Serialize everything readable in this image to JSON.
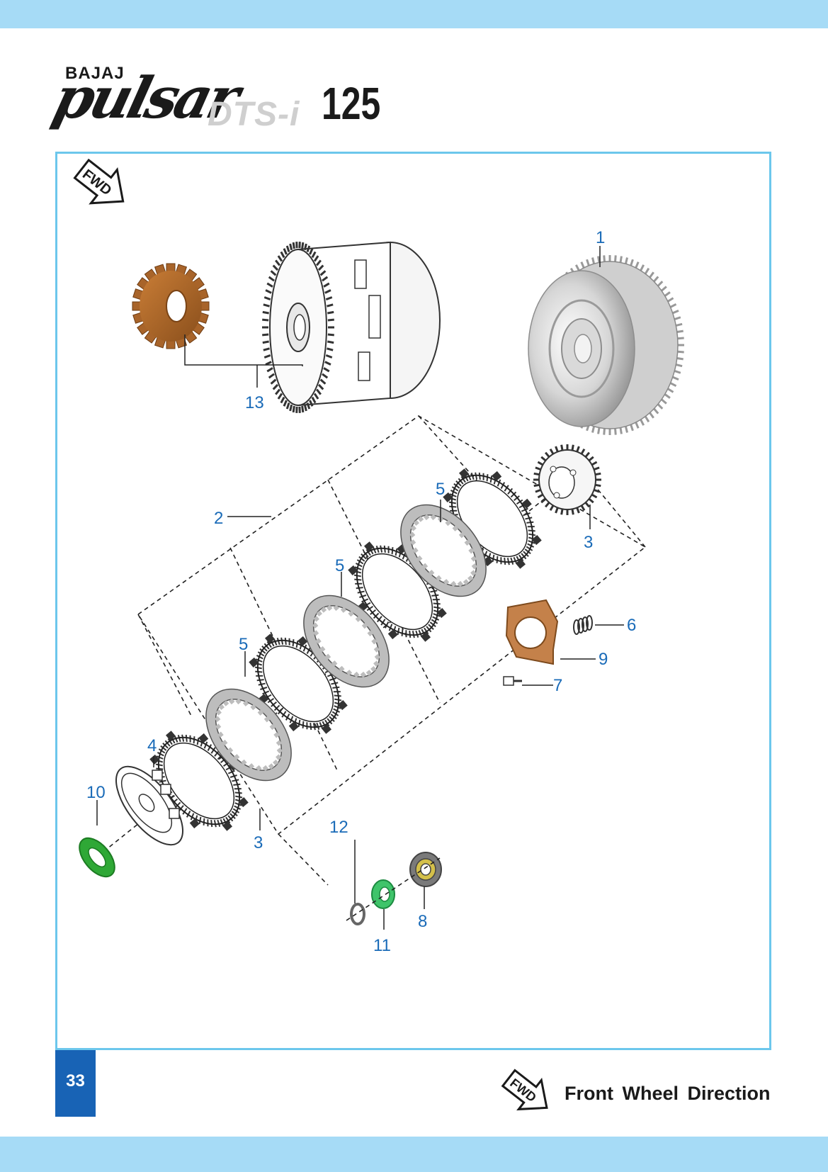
{
  "header": {
    "brand": "BAJAJ",
    "logo_script": "pulsar",
    "logo_series": "DTS-i",
    "model": "125"
  },
  "diagram": {
    "fwd_arrow": "FWD",
    "arrow_icon": "fwd-arrow-icon",
    "parts": [
      {
        "number": "1"
      },
      {
        "number": "2"
      },
      {
        "number": "3"
      },
      {
        "number": "4"
      },
      {
        "number": "5"
      },
      {
        "number": "6"
      },
      {
        "number": "7"
      },
      {
        "number": "8"
      },
      {
        "number": "9"
      },
      {
        "number": "10"
      },
      {
        "number": "11"
      },
      {
        "number": "12"
      },
      {
        "number": "13"
      }
    ],
    "colors": {
      "frame": "#6cc7ec",
      "label": "#1a6bb8",
      "gear_bronze": "#b06b2c",
      "friction_plate": "#b8b8b8",
      "green_washer": "#2fa836",
      "pressure_plate": "#c4814a"
    }
  },
  "footer": {
    "page_number": "33",
    "legend_arrow": "FWD",
    "legend_text": "Front Wheel Direction",
    "colors": {
      "band": "#a6dbf6",
      "page_box": "#1863b5"
    }
  }
}
